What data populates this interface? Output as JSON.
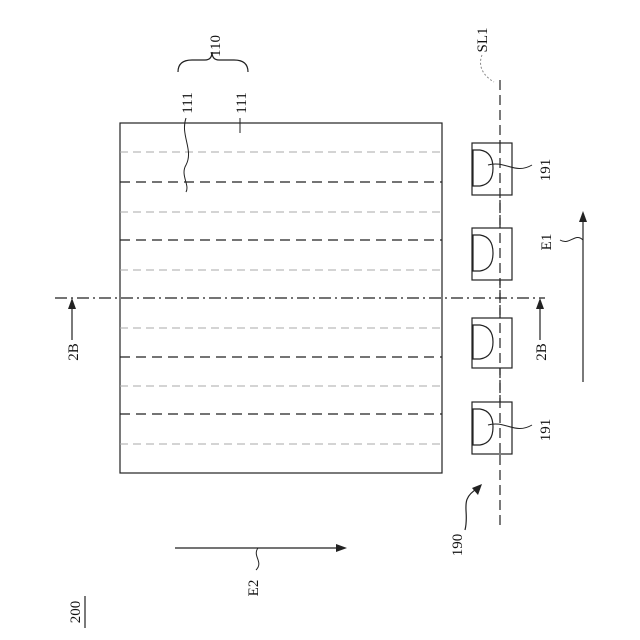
{
  "figure": {
    "number": "200",
    "labels": {
      "group_110": "110",
      "strip_a": "111",
      "strip_b": "111",
      "scan_line": "SL1",
      "light_top": "191",
      "light_bottom": "191",
      "array_190": "190",
      "direction_e1": "E1",
      "direction_e2": "E2",
      "section_left": "2B",
      "section_right": "2B"
    }
  }
}
